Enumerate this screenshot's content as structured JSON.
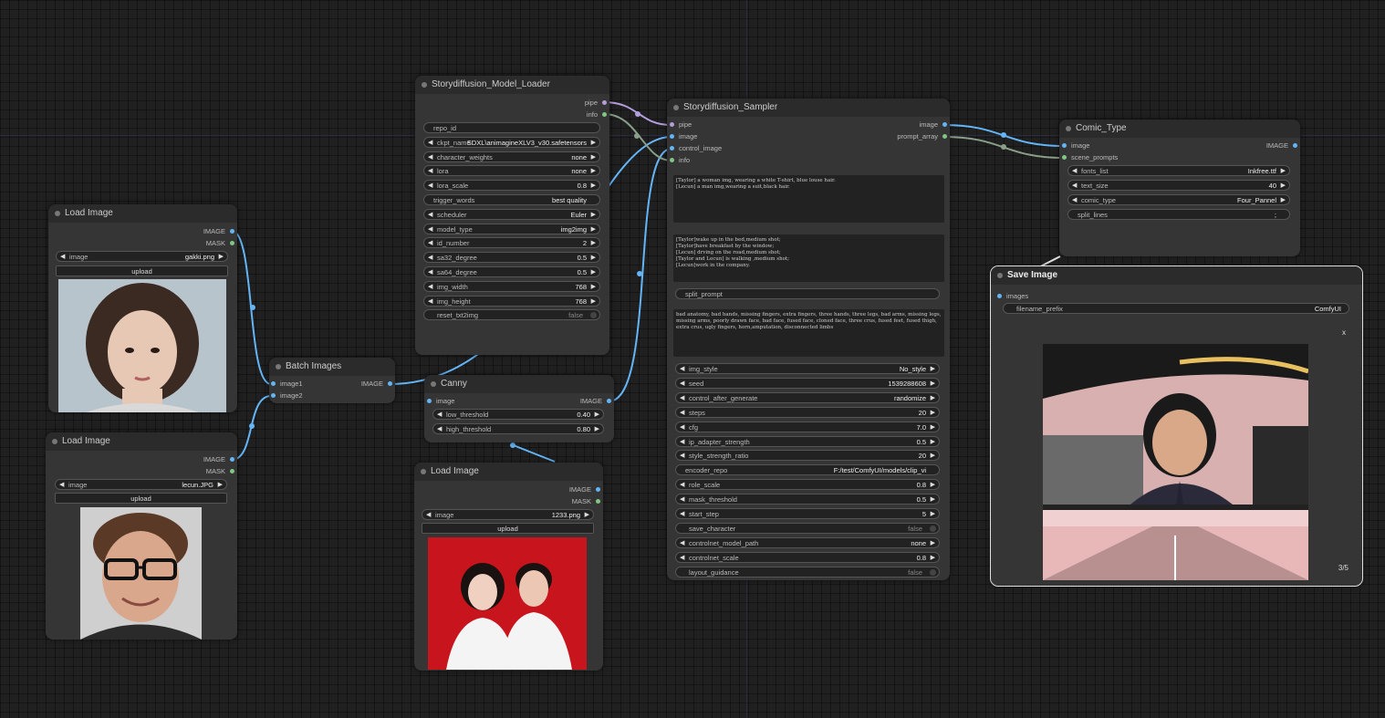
{
  "colors": {
    "image_wire": "#64b5f6",
    "pipe_wire": "#b39ddb",
    "info_wire": "#8a9f8a",
    "node_bg": "#353535",
    "title_bg": "#2b2b2b"
  },
  "load_image_1": {
    "title": "Load Image",
    "out_image": "IMAGE",
    "out_mask": "MASK",
    "image_label": "image",
    "image_value": "gakki.png",
    "upload_label": "upload"
  },
  "load_image_2": {
    "title": "Load Image",
    "out_image": "IMAGE",
    "out_mask": "MASK",
    "image_label": "image",
    "image_value": "lecun.JPG",
    "upload_label": "upload"
  },
  "load_image_3": {
    "title": "Load Image",
    "out_image": "IMAGE",
    "out_mask": "MASK",
    "image_label": "image",
    "image_value": "1233.png",
    "upload_label": "upload"
  },
  "batch_images": {
    "title": "Batch Images",
    "in1": "image1",
    "in2": "image2",
    "out": "IMAGE"
  },
  "canny": {
    "title": "Canny",
    "in_image": "image",
    "out": "IMAGE",
    "widgets": [
      {
        "label": "low_threshold",
        "value": "0.40"
      },
      {
        "label": "high_threshold",
        "value": "0.80"
      }
    ]
  },
  "model_loader": {
    "title": "Storydiffusion_Model_Loader",
    "out_pipe": "pipe",
    "out_info": "info",
    "repo_id_label": "repo_id",
    "ckpt_label": "ckpt_name",
    "ckpt_value": "SDXL\\animagineXLV3_v30.safetensors",
    "widgets": [
      {
        "label": "character_weights",
        "value": "none"
      },
      {
        "label": "lora",
        "value": "none"
      },
      {
        "label": "lora_scale",
        "value": "0.8"
      },
      {
        "label": "trigger_words",
        "value": "best quality"
      },
      {
        "label": "scheduler",
        "value": "Euler"
      },
      {
        "label": "model_type",
        "value": "img2img"
      },
      {
        "label": "id_number",
        "value": "2"
      },
      {
        "label": "sa32_degree",
        "value": "0.5"
      },
      {
        "label": "sa64_degree",
        "value": "0.5"
      },
      {
        "label": "img_width",
        "value": "768"
      },
      {
        "label": "img_height",
        "value": "768"
      },
      {
        "label": "reset_txt2img",
        "value": "false"
      }
    ]
  },
  "sampler": {
    "title": "Storydiffusion_Sampler",
    "in_pipe": "pipe",
    "in_image": "image",
    "in_control": "control_image",
    "in_info": "info",
    "out_image": "image",
    "out_prompt": "prompt_array",
    "character_prompt": "[Taylor] a woman img, wearing a white T-shirt, blue louse hair.\n[Lecun] a man img,wearing a suit,black hair.",
    "scene_prompts": "[Taylor]wake up in the bed,medium shot;\n[Taylor]have breakfast by the window;\n[Lecun] drving on the road,medium shot;\n[Taylor and Lecun] is walking ,medium shot;\n[Lecun]work in the company.",
    "split_prompt_label": "split_prompt",
    "negative_prompt": "bad anatomy, bad hands, missing fingers, extra fingers, three hands, three legs, bad arms, missing legs, missing arms, poorly drawn face, bad face, fused face, cloned face, three crus, fused feet, fused thigh, extra crus, ugly fingers, horn,amputation, disconnected limbs",
    "widgets": [
      {
        "label": "img_style",
        "value": "No_style"
      },
      {
        "label": "seed",
        "value": "1539288608"
      },
      {
        "label": "control_after_generate",
        "value": "randomize"
      },
      {
        "label": "steps",
        "value": "20"
      },
      {
        "label": "cfg",
        "value": "7.0"
      },
      {
        "label": "ip_adapter_strength",
        "value": "0.5"
      },
      {
        "label": "style_strength_ratio",
        "value": "20"
      },
      {
        "label": "encoder_repo",
        "value": "F:/test/ComfyUI/models/clip_vi"
      },
      {
        "label": "role_scale",
        "value": "0.8"
      },
      {
        "label": "mask_threshold",
        "value": "0.5"
      },
      {
        "label": "start_step",
        "value": "5"
      },
      {
        "label": "save_character",
        "value": "false"
      },
      {
        "label": "controlnet_model_path",
        "value": "none"
      },
      {
        "label": "controlnet_scale",
        "value": "0.8"
      },
      {
        "label": "layout_guidance",
        "value": "false"
      }
    ]
  },
  "comic_type": {
    "title": "Comic_Type",
    "in_image": "image",
    "in_scene": "scene_prompts",
    "out": "IMAGE",
    "widgets": [
      {
        "label": "fonts_list",
        "value": "Inkfree.ttf"
      },
      {
        "label": "text_size",
        "value": "40"
      },
      {
        "label": "comic_type",
        "value": "Four_Pannel"
      },
      {
        "label": "split_lines",
        "value": ";"
      }
    ]
  },
  "save_image": {
    "title": "Save Image",
    "in_images": "images",
    "prefix_label": "filename_prefix",
    "prefix_value": "ComfyUI",
    "close": "x",
    "counter": "3/5"
  }
}
